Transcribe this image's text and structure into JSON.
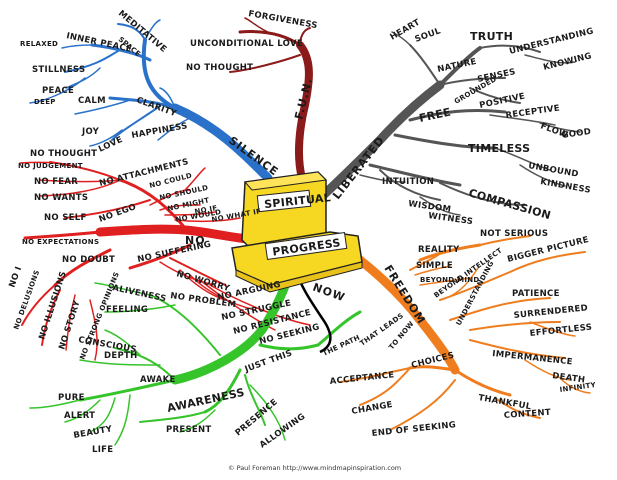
{
  "center": {
    "book_top": "SPIRITUAL",
    "book_bottom": "PROGRESS"
  },
  "branches": {
    "silence": {
      "label": "SILENCE",
      "color": "#2a72c9",
      "nodes": [
        "INNER PEACE",
        "MEDITATIVE",
        "SPACE",
        "RELAXED",
        "STILLNESS",
        "PEACE",
        "DEEP",
        "CALM",
        "CLARITY",
        "JOY",
        "LOVE",
        "HAPPINESS"
      ]
    },
    "fun": {
      "label": "F.U.N.",
      "color": "#8b1a1a",
      "nodes": [
        "FORGIVENESS",
        "UNCONDITIONAL LOVE",
        "NO THOUGHT"
      ]
    },
    "liberated": {
      "label": "LIBERATED",
      "color": "#555555",
      "nodes": [
        "HEART",
        "SOUL",
        "TRUTH",
        "UNDERSTANDING",
        "KNOWING",
        "NATURE",
        "SENSES",
        "GROUNDED",
        "POSITIVE",
        "FREE",
        "RECEPTIVE",
        "FLOW",
        "GOOD",
        "TIMELESS",
        "UNBOUND",
        "KINDNESS",
        "INTUITION",
        "WISDOM",
        "WITNESS",
        "COMPASSION"
      ]
    },
    "no": {
      "label": "NO",
      "color": "#e02020",
      "nodes": [
        "NO THOUGHT",
        "NO JUDGEMENT",
        "NO ATTACHMENTS",
        "NO COULD",
        "NO SHOULD",
        "NO MIGHT",
        "NO WOULD",
        "NO IF",
        "NO WHAT IF",
        "NO FEAR",
        "NO WANTS",
        "NO SELF",
        "NO EGO",
        "NO EXPECTATIONS",
        "NO DOUBT",
        "NO SUFFERING",
        "NO WORRY",
        "NO I",
        "NO DELUSIONS",
        "NO ILLUSIONS",
        "NO STORY",
        "NO STRONG OPINIONS",
        "NO PROBLEM",
        "NO ARGUING",
        "NO STRUGGLE",
        "NO RESISTANCE",
        "NO SEEKING"
      ]
    },
    "now": {
      "label": "NOW",
      "color": "#35c42a",
      "nodes": [
        "ALIVENESS",
        "FEELING",
        "CONSCIOUS",
        "DEPTH",
        "AWAKE",
        "JUST THIS",
        "PURE",
        "ALERT",
        "BEAUTY",
        "LIFE",
        "AWARENESS",
        "PRESENT",
        "PRESENCE",
        "ALLOWING",
        "THE PATH",
        "THAT LEADS",
        "TO NOW"
      ]
    },
    "freedom": {
      "label": "FREEDOM",
      "color": "#ef7d1e",
      "nodes": [
        "NOT SERIOUS",
        "REALITY",
        "SIMPLE",
        "BEYOND MIND",
        "BEYOND INTELLECT",
        "UNDERSTANDING",
        "BIGGER PICTURE",
        "PATIENCE",
        "SURRENDERED",
        "EFFORTLESS",
        "IMPERMANENCE",
        "DEATH",
        "INFINITY",
        "THANKFUL",
        "CONTENT",
        "CHOICES",
        "ACCEPTANCE",
        "CHANGE",
        "END OF SEEKING"
      ]
    }
  },
  "credit": "© Paul Foreman http://www.mindmapinspiration.com"
}
